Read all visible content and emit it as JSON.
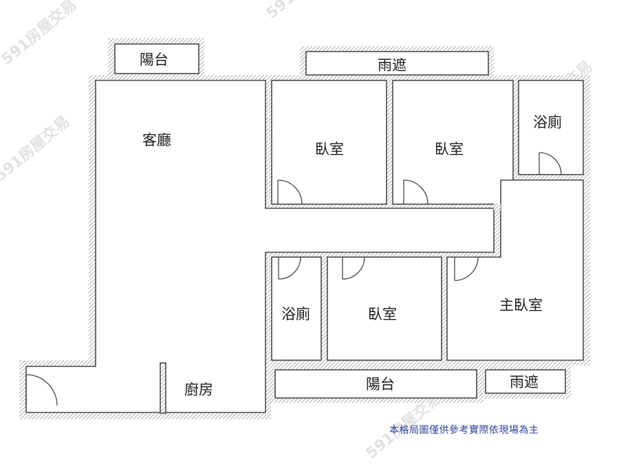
{
  "rooms": {
    "balcony_top": "陽台",
    "awning_top": "雨遮",
    "living_room": "客廳",
    "bedroom_1": "臥室",
    "bedroom_2": "臥室",
    "bathroom_1": "浴廁",
    "bathroom_2": "浴廁",
    "bedroom_3": "臥室",
    "master_bedroom": "主臥室",
    "kitchen": "廚房",
    "balcony_bottom": "陽台",
    "awning_bottom": "雨遮"
  },
  "watermark": "591房屋交易",
  "disclaimer": "本格局圖僅供參考實際依現場為主"
}
